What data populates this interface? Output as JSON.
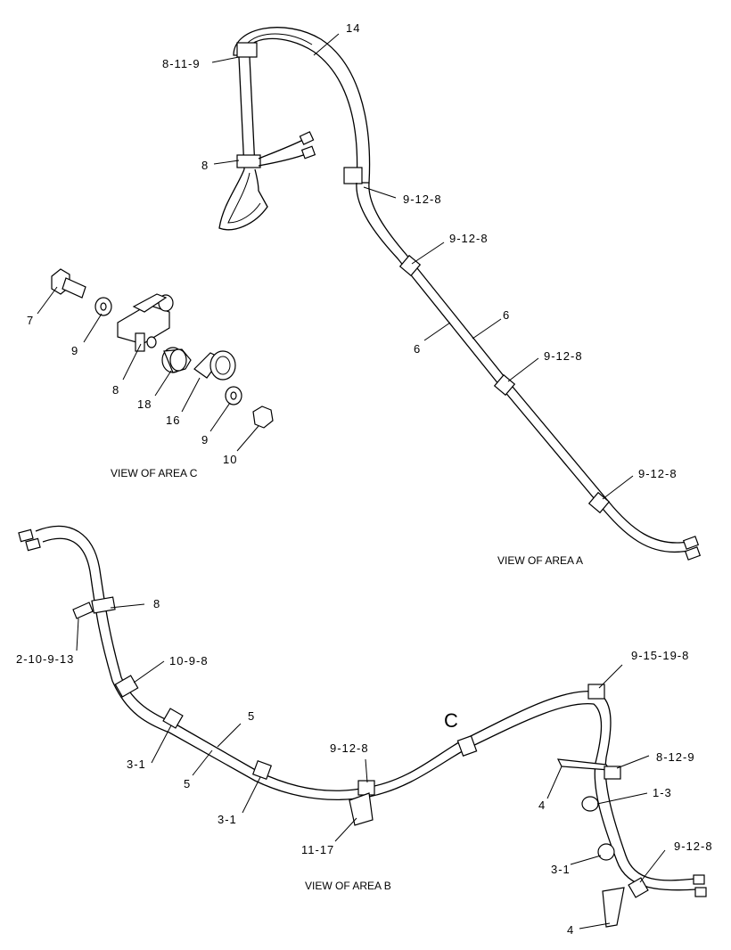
{
  "views": {
    "area_a": "VIEW OF AREA A",
    "area_b": "VIEW OF AREA B",
    "area_c": "VIEW OF AREA C"
  },
  "labels": {
    "a_14": "14",
    "a_8_11_9": "8-11-9",
    "a_8": "8",
    "a_9_12_8_1": "9-12-8",
    "a_9_12_8_2": "9-12-8",
    "a_6_right": "6",
    "a_6_left": "6",
    "a_9_12_8_3": "9-12-8",
    "a_9_12_8_4": "9-12-8",
    "c_7": "7",
    "c_9_top": "9",
    "c_8": "8",
    "c_18": "18",
    "c_16": "16",
    "c_9_bottom": "9",
    "c_10": "10",
    "b_8": "8",
    "b_2_10_9_13": "2-10-9-13",
    "b_10_9_8": "10-9-8",
    "b_5_top": "5",
    "b_5_bottom": "5",
    "b_3_1_left": "3-1",
    "b_3_1_mid": "3-1",
    "b_9_12_8_mid": "9-12-8",
    "b_11_17": "11-17",
    "b_c_marker": "C",
    "b_9_15_19_8": "9-15-19-8",
    "b_8_12_9": "8-12-9",
    "b_4_top": "4",
    "b_1_3": "1-3",
    "b_3_1_right": "3-1",
    "b_9_12_8_right": "9-12-8",
    "b_4_bottom": "4"
  }
}
